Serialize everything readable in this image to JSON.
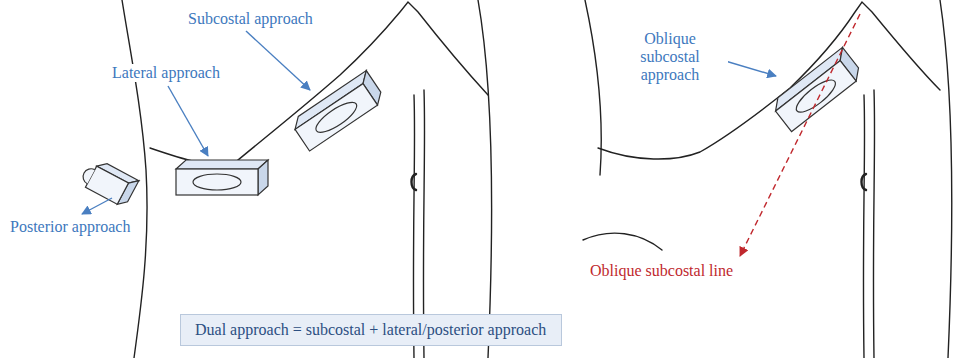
{
  "diagram": {
    "nodes": [
      {
        "text": [
          "Dual approach = subcostal + lateral/posterior approach"
        ]
      }
    ],
    "labels": [
      "Subcostal approach",
      "Lateral approach",
      "Posterior approach",
      "Oblique subcostal approach",
      "Oblique subcostal line"
    ]
  }
}
